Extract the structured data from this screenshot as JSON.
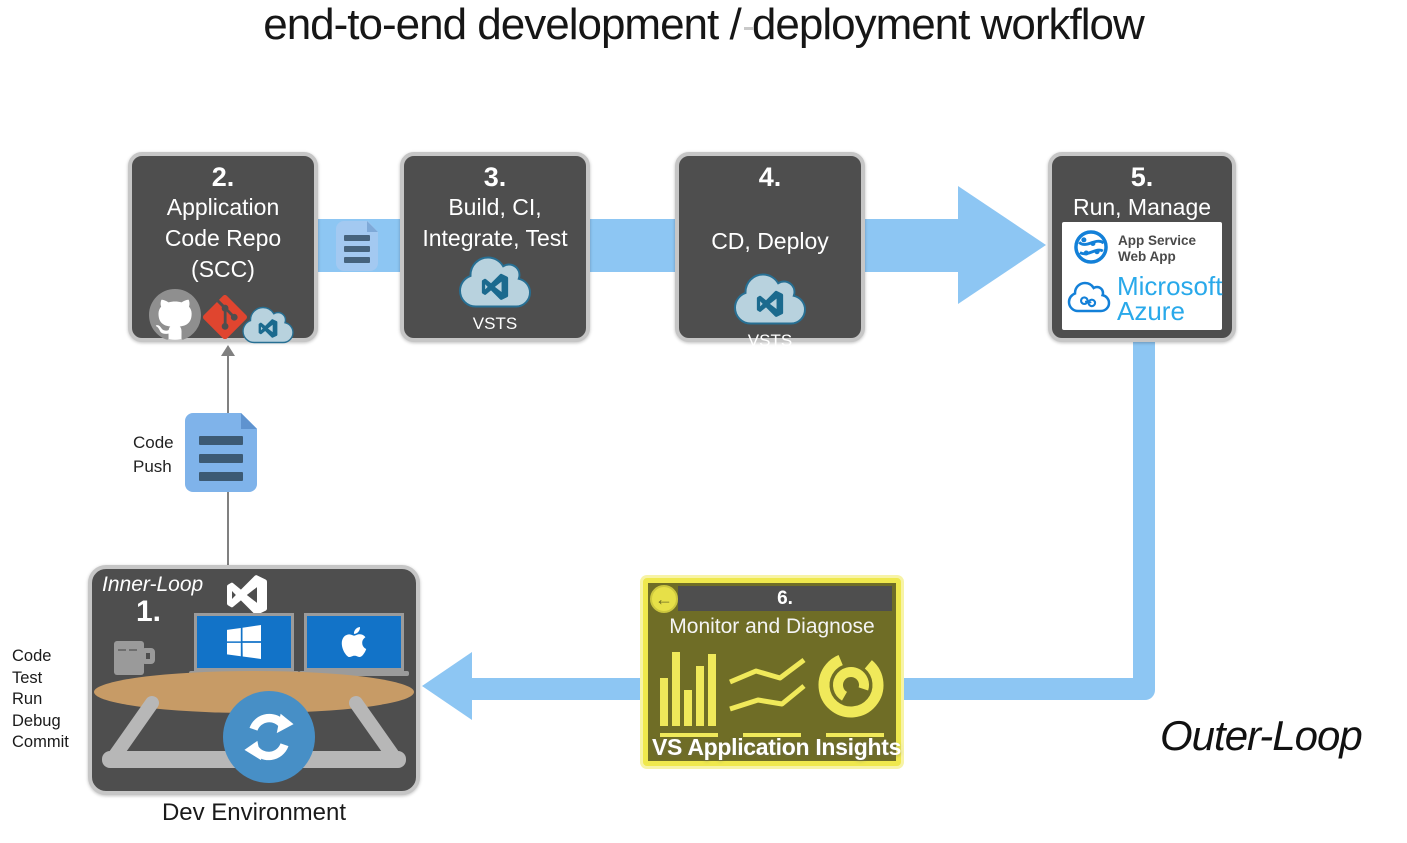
{
  "title": "end-to-end development / deployment workflow",
  "colors": {
    "arrow_blue": "#8dc6f3",
    "node_dark": "#4e4e4e",
    "node_border": "#c6c6c6",
    "monitor_border_yellow": "#efe84d",
    "monitor_olive": "#6f6d26",
    "azure_blue": "#29a9ea",
    "windows_blue": "#1273c8",
    "git_red": "#e0452f",
    "desk_tan": "#c79b66",
    "sync_blue": "#478fc6"
  },
  "nodes": {
    "repo": {
      "number": "2.",
      "line1": "Application",
      "line2": "Code Repo",
      "line3": "(SCC)"
    },
    "build": {
      "number": "3.",
      "line1": "Build, CI,",
      "line2": "Integrate, Test",
      "caption": "VSTS"
    },
    "deploy": {
      "number": "4.",
      "line1": "CD, Deploy",
      "caption": "VSTS"
    },
    "run": {
      "number": "5.",
      "line1": "Run, Manage",
      "service_line1": "App Service",
      "service_line2": "Web App",
      "azure_line1": "Microsoft",
      "azure_line2": "Azure"
    },
    "monitor": {
      "number": "6.",
      "title": "Monitor and Diagnose",
      "caption": "VS Application Insights",
      "back_glyph": "←"
    },
    "inner": {
      "label": "Inner-Loop",
      "number": "1."
    }
  },
  "labels": {
    "code_push_line1": "Code",
    "code_push_line2": "Push",
    "dev_environment": "Dev Environment",
    "outer_loop": "Outer-Loop",
    "inner_steps": [
      "Code",
      "Test",
      "Run",
      "Debug",
      "Commit"
    ]
  }
}
